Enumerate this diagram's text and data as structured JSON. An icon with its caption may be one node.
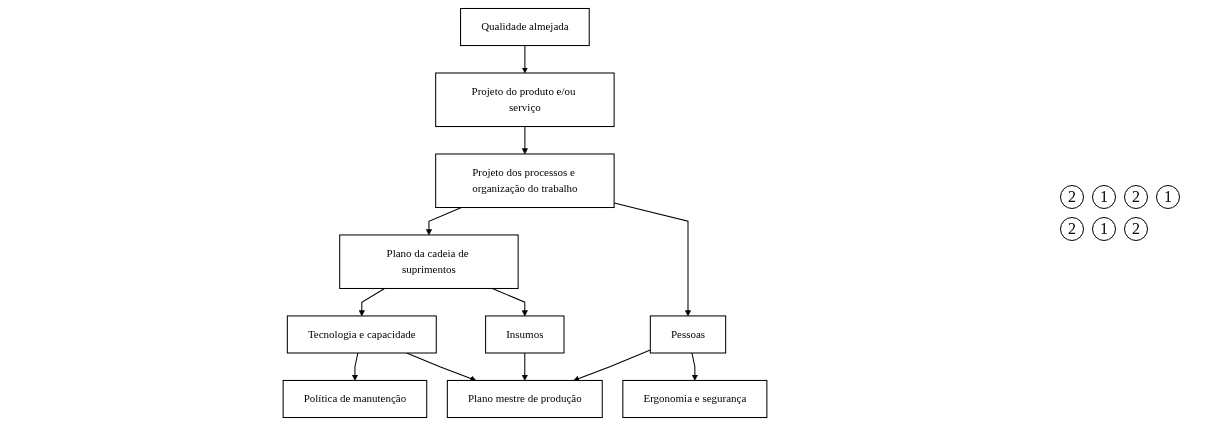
{
  "diagram": {
    "nodes": [
      {
        "text": [
          "Qualidade almejada"
        ]
      },
      {
        "text": [
          "Projeto do produto e/ou serviço"
        ]
      },
      {
        "text": [
          "Projeto dos processos e organização do trabalho"
        ]
      },
      {
        "text": [
          "Plano da cadeia de suprimentos"
        ]
      },
      {
        "text": [
          "Tecnologia e capacidade"
        ]
      },
      {
        "text": [
          "Pessoas"
        ]
      },
      {
        "text": [
          "Insumos"
        ]
      },
      {
        "text": [
          "Política de manutenção"
        ]
      },
      {
        "text": [
          "Ergonomia e segurança"
        ]
      },
      {
        "text": [
          "Plano mestre de produção"
        ]
      }
    ],
    "edges": [
      {
        "from": 0,
        "to": 1,
        "arrow": "to"
      },
      {
        "from": 1,
        "to": 2,
        "arrow": "to"
      },
      {
        "from": 2,
        "to": 3,
        "arrow": "to"
      },
      {
        "from": 2,
        "to": 5,
        "arrow": "to"
      },
      {
        "from": 3,
        "to": 4,
        "arrow": "to"
      },
      {
        "from": 3,
        "to": 6,
        "arrow": "to"
      },
      {
        "from": 4,
        "to": 7,
        "arrow": "to"
      },
      {
        "from": 5,
        "to": 8,
        "arrow": "to"
      },
      {
        "from": 4,
        "to": 9,
        "arrow": "to"
      },
      {
        "from": 6,
        "to": 9,
        "arrow": "to"
      },
      {
        "from": 5,
        "to": 9,
        "arrow": "to"
      }
    ],
    "labels": [
      "2",
      "1",
      "2",
      "1",
      "2",
      "1",
      "2"
    ]
  }
}
